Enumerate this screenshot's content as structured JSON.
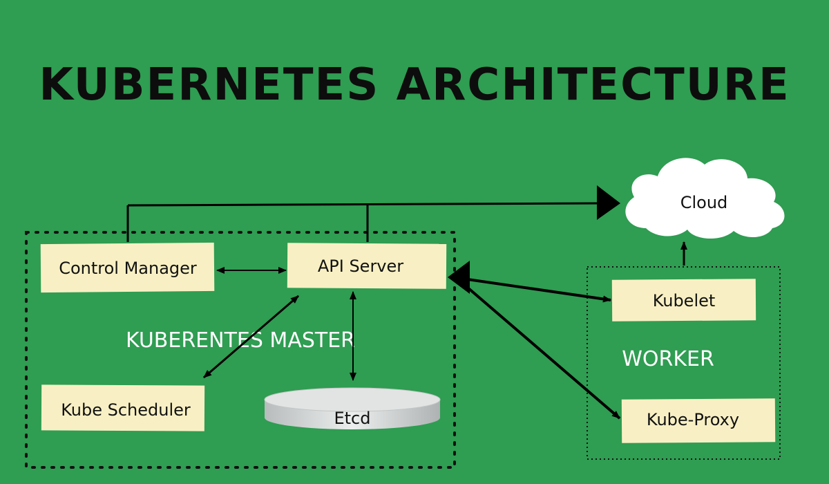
{
  "title": "KUBERNETES  ARCHITECTURE",
  "master": {
    "label": "KUBERENTES  MASTER",
    "components": {
      "control_manager": "Control Manager",
      "api_server": "API Server",
      "kube_scheduler": "Kube Scheduler",
      "etcd": "Etcd"
    }
  },
  "worker": {
    "label": "WORKER",
    "components": {
      "kubelet": "Kubelet",
      "kube_proxy": "Kube-Proxy"
    }
  },
  "cloud": {
    "label": "Cloud"
  },
  "colors": {
    "background": "#2f9d52",
    "note_box": "#f8f0c4",
    "line": "#000000",
    "cloud": "#ffffff",
    "etcd_disk": "#d9dcdc"
  }
}
